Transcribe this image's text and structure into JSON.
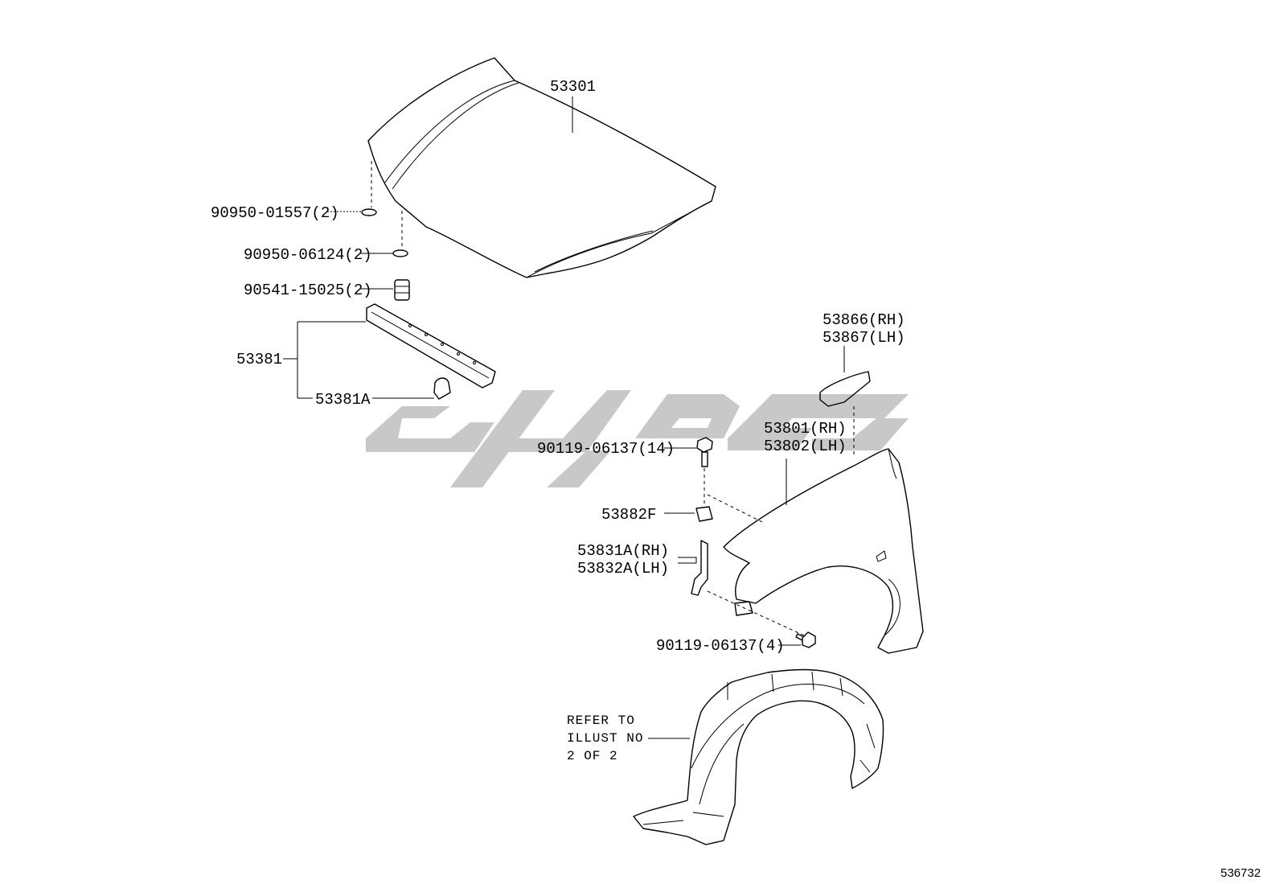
{
  "labels": {
    "hood": "53301",
    "cushion_1": "90950-01557(2)",
    "cushion_2": "90950-06124(2)",
    "cushion_3": "90541-15025(2)",
    "seal": "53381",
    "seal_clip": "53381A",
    "ext_rh": "53866(RH)",
    "ext_lh": "53867(LH)",
    "fender_rh": "53801(RH)",
    "fender_lh": "53802(LH)",
    "bolt_top": "90119-06137(14)",
    "nut": "53882F",
    "bracket_rh": "53831A(RH)",
    "bracket_lh": "53832A(LH)",
    "bolt_bottom": "90119-06137(4)"
  },
  "note": {
    "line1": "REFER TO",
    "line2": "ILLUST NO",
    "line3": "2 OF 2"
  },
  "illustration_number": "536732",
  "colors": {
    "line": "#000000",
    "watermark": "#c8c8c8",
    "background": "#ffffff"
  }
}
